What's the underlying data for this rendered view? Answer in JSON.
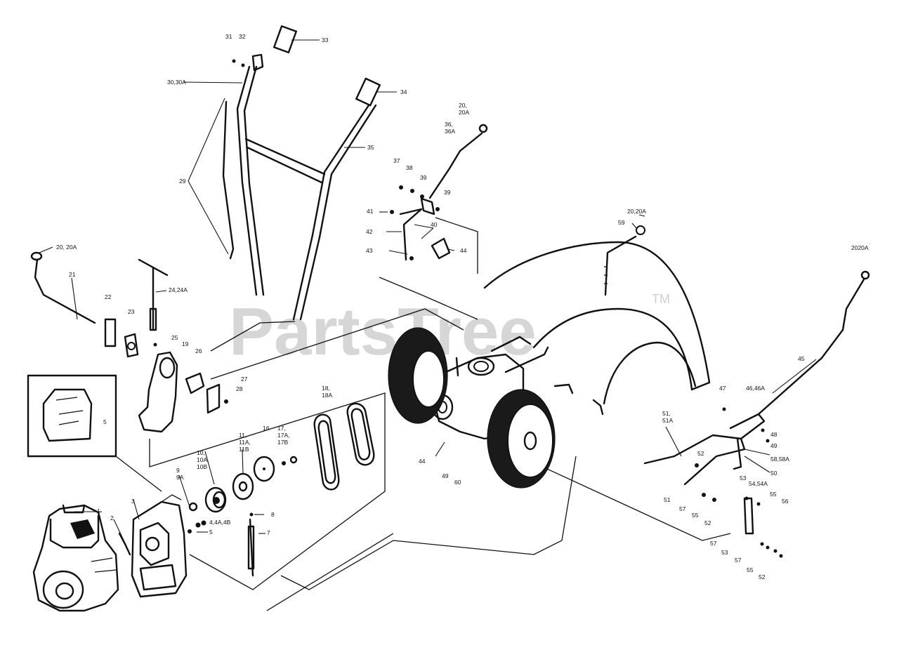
{
  "watermark": {
    "brand": "PartsTree",
    "trademark": "TM"
  },
  "callouts": {
    "c1": "1",
    "c2": "2",
    "c3": "3",
    "c4": "4,4A,4B",
    "c5": "5",
    "c5b": "5",
    "c7": "7",
    "c8": "8",
    "c9": "9",
    "c9a": "9A",
    "c10": "10,",
    "c10a": "10A,",
    "c10b": "10B",
    "c11": "11,",
    "c11a": "11A,",
    "c11b": "11B",
    "c16": "16",
    "c17": "17,",
    "c17a": "17A,",
    "c17b": "17B",
    "c18": "18,",
    "c18a": "18A",
    "c19": "19",
    "c20": "20,",
    "c20a": "20A",
    "c20_20a_left": "20, 20A",
    "c20_20a_right": "20,20A",
    "c2020a": "2020A",
    "c21": "21",
    "c22": "22",
    "c23": "23",
    "c24": "24,24A",
    "c25": "25",
    "c26": "26",
    "c27": "27",
    "c28": "28",
    "c29": "29",
    "c30": "30,30A",
    "c31": "31",
    "c32": "32",
    "c33": "33",
    "c34": "34",
    "c35": "35",
    "c36": "36,",
    "c36a": "36A",
    "c37": "37",
    "c38": "38",
    "c39a": "39",
    "c39b": "39",
    "c40": "40",
    "c41": "41",
    "c42": "42",
    "c43": "43",
    "c44a": "44",
    "c44b": "44",
    "c45": "45",
    "c46": "46,46A",
    "c47": "47",
    "c48": "48",
    "c49a": "49",
    "c49b": "49",
    "c50": "50",
    "c51": "51,",
    "c51a": "51A",
    "c51b": "51",
    "c52a": "52",
    "c52b": "52",
    "c52c": "52",
    "c53a": "53",
    "c53b": "53",
    "c54": "54,54A",
    "c55a": "55",
    "c55b": "55",
    "c55c": "55",
    "c56": "56",
    "c57a": "57",
    "c57b": "57",
    "c57c": "57",
    "c58": "58,58A",
    "c59": "59",
    "c60": "60"
  }
}
